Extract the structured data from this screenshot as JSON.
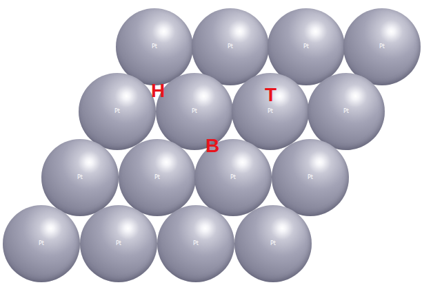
{
  "diagram": {
    "nodes": [
      {
        "text": [
          "Pt"
        ]
      },
      {
        "text": [
          "Pt"
        ]
      },
      {
        "text": [
          "Pt"
        ]
      },
      {
        "text": [
          "Pt"
        ]
      },
      {
        "text": [
          "Pt"
        ]
      },
      {
        "text": [
          "Pt"
        ]
      },
      {
        "text": [
          "Pt"
        ]
      },
      {
        "text": [
          "Pt"
        ]
      },
      {
        "text": [
          "Pt"
        ]
      },
      {
        "text": [
          "Pt"
        ]
      },
      {
        "text": [
          "Pt"
        ]
      },
      {
        "text": [
          "Pt"
        ]
      },
      {
        "text": [
          "Pt"
        ]
      },
      {
        "text": [
          "Pt"
        ]
      },
      {
        "text": [
          "Pt"
        ]
      },
      {
        "text": [
          "Pt"
        ]
      }
    ],
    "labels": [
      "H",
      "T",
      "B"
    ]
  }
}
